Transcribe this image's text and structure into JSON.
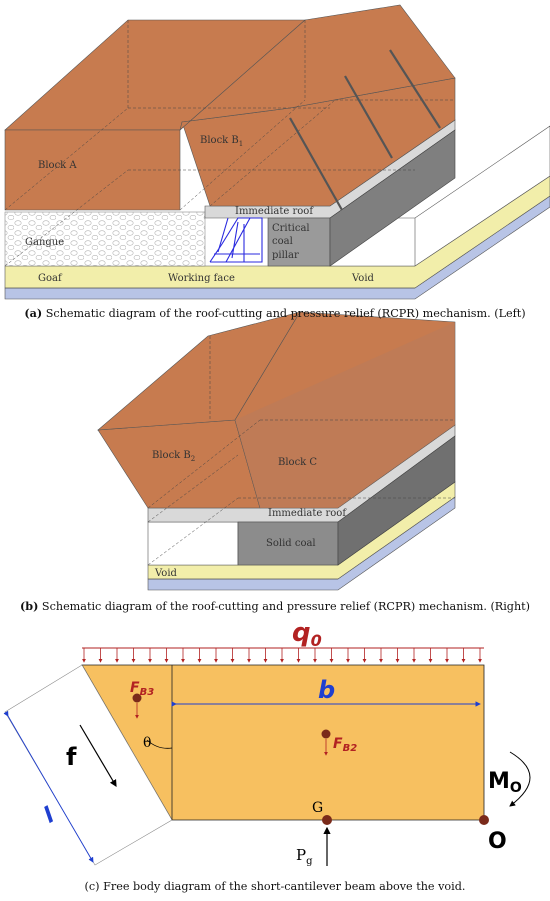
{
  "panel_a": {
    "labels": {
      "block_a": "Block A",
      "block_b1": "Block B",
      "block_b1_sub": "1",
      "gangue": "Gangue",
      "immediate_roof": "Immediate roof",
      "critical": "Critical",
      "coal": "coal",
      "pillar": "pillar",
      "goaf": "Goaf",
      "working_face": "Working face",
      "void": "Void"
    },
    "caption_tag": "(a)",
    "caption": " Schematic diagram of the roof-cutting and pressure relief (RCPR) mechanism. (Left)"
  },
  "panel_b": {
    "labels": {
      "block_b2": "Block B",
      "block_b2_sub": "2",
      "block_c": "Block C",
      "immediate_roof": "Immediate roof",
      "solid_coal": "Solid coal",
      "void": "Void"
    },
    "caption_tag": "(b)",
    "caption": " Schematic diagram of the roof-cutting and pressure relief (RCPR) mechanism. (Right)"
  },
  "panel_c": {
    "labels": {
      "q0": "q",
      "q0_sub": "0",
      "b": "b",
      "f": "f",
      "l": "l",
      "theta": "θ",
      "fb3": "F",
      "fb3_sub": "B3",
      "fb2": "F",
      "fb2_sub": "B2",
      "mo": "M",
      "mo_sub": "O",
      "g": "G",
      "pg": "P",
      "pg_sub": "g",
      "o": "O"
    },
    "caption": "(c) Free body diagram of the short-cantilever beam above the void."
  },
  "colors": {
    "block": "#c77b4f",
    "immediate_roof": "#d9d9d9",
    "coal": "#8a8a8a",
    "yellow_layer": "#f2eeaa",
    "blue_layer": "#b8c4e6",
    "beam": "#f7c060",
    "red_label": "#b22222",
    "blue_label": "#1f3fd0"
  }
}
